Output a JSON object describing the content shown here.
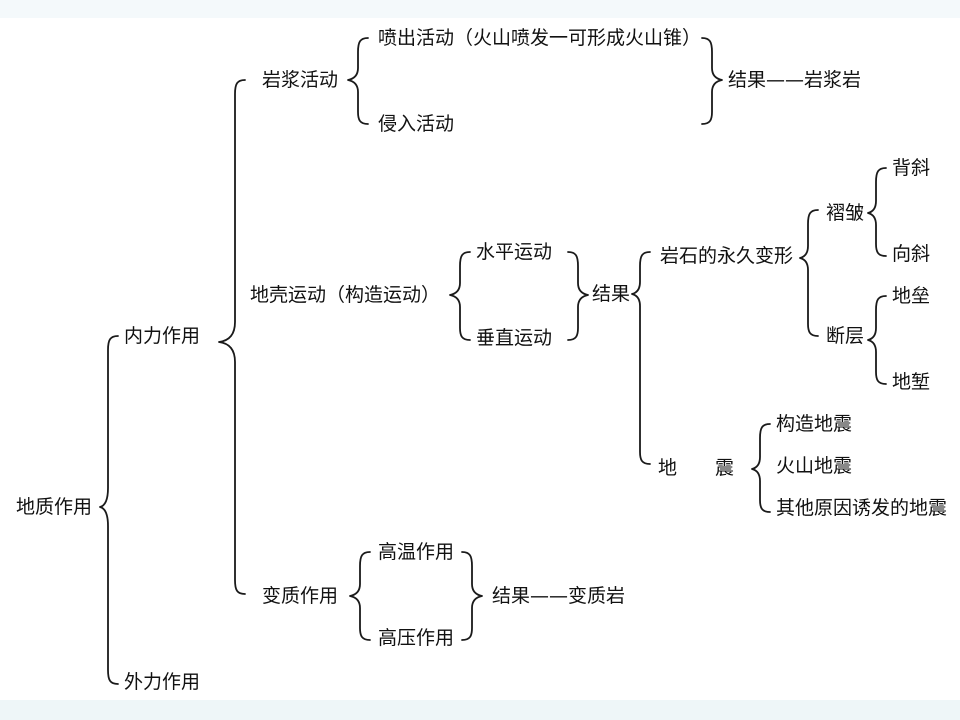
{
  "root": "地质作用",
  "inner": "内力作用",
  "outer": "外力作用",
  "magma": {
    "label": "岩浆活动",
    "eruption": "喷出活动（火山喷发一可形成火山锥）",
    "intrusion": "侵入活动",
    "result": "结果——岩浆岩"
  },
  "crust": {
    "label": "地壳运动（构造运动）",
    "horizontal": "水平运动",
    "vertical": "垂直运动",
    "result": "结果",
    "deformation": "岩石的永久变形",
    "fold": "褶皱",
    "anticline": "背斜",
    "syncline": "向斜",
    "fault": "断层",
    "horst": "地垒",
    "graben": "地堑",
    "quake": "地　　震",
    "tectonic_quake": "构造地震",
    "volcanic_quake": "火山地震",
    "other_quake": "其他原因诱发的地震"
  },
  "meta": {
    "label": "变质作用",
    "high_temp": "高温作用",
    "high_press": "高压作用",
    "result": "结果——变质岩"
  }
}
